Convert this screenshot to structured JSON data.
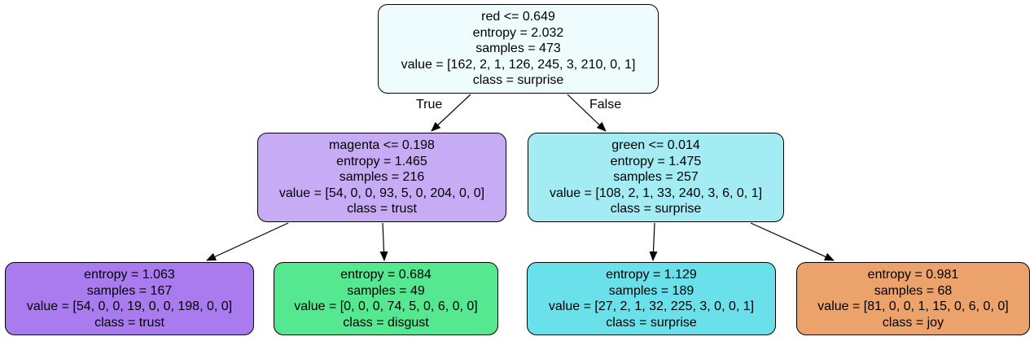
{
  "tree": {
    "nodes": [
      {
        "id": 0,
        "fill": "#eefcfd",
        "lines": [
          "red <= 0.649",
          "entropy = 2.032",
          "samples = 473",
          "value = [162, 2, 1, 126, 245, 3, 210, 0, 1]",
          "class = surprise"
        ]
      },
      {
        "id": 1,
        "fill": "#c8abf5",
        "lines": [
          "magenta <= 0.198",
          "entropy = 1.465",
          "samples = 216",
          "value = [54, 0, 0, 93, 5, 0, 204, 0, 0]",
          "class = trust"
        ]
      },
      {
        "id": 2,
        "fill": "#a3ecf4",
        "lines": [
          "green <= 0.014",
          "entropy = 1.475",
          "samples = 257",
          "value = [108, 2, 1, 33, 240, 3, 6, 0, 1]",
          "class = surprise"
        ]
      },
      {
        "id": 3,
        "fill": "#a97bef",
        "lines": [
          "entropy = 1.063",
          "samples = 167",
          "value = [54, 0, 0, 19, 0, 0, 198, 0, 0]",
          "class = trust"
        ]
      },
      {
        "id": 4,
        "fill": "#56e890",
        "lines": [
          "entropy = 0.684",
          "samples = 49",
          "value = [0, 0, 0, 74, 5, 0, 6, 0, 0]",
          "class = disgust"
        ]
      },
      {
        "id": 5,
        "fill": "#6ae1ea",
        "lines": [
          "entropy = 1.129",
          "samples = 189",
          "value = [27, 2, 1, 32, 225, 3, 0, 0, 1]",
          "class = surprise"
        ]
      },
      {
        "id": 6,
        "fill": "#eca26b",
        "lines": [
          "entropy = 0.981",
          "samples = 68",
          "value = [81, 0, 0, 1, 15, 0, 6, 0, 0]",
          "class = joy"
        ]
      }
    ],
    "edges": [
      {
        "from": 0,
        "to": 1
      },
      {
        "from": 0,
        "to": 2
      },
      {
        "from": 1,
        "to": 3
      },
      {
        "from": 1,
        "to": 4
      },
      {
        "from": 2,
        "to": 5
      },
      {
        "from": 2,
        "to": 6
      }
    ],
    "edge_labels": {
      "true": "True",
      "false": "False"
    },
    "edge_color": "#000000"
  }
}
